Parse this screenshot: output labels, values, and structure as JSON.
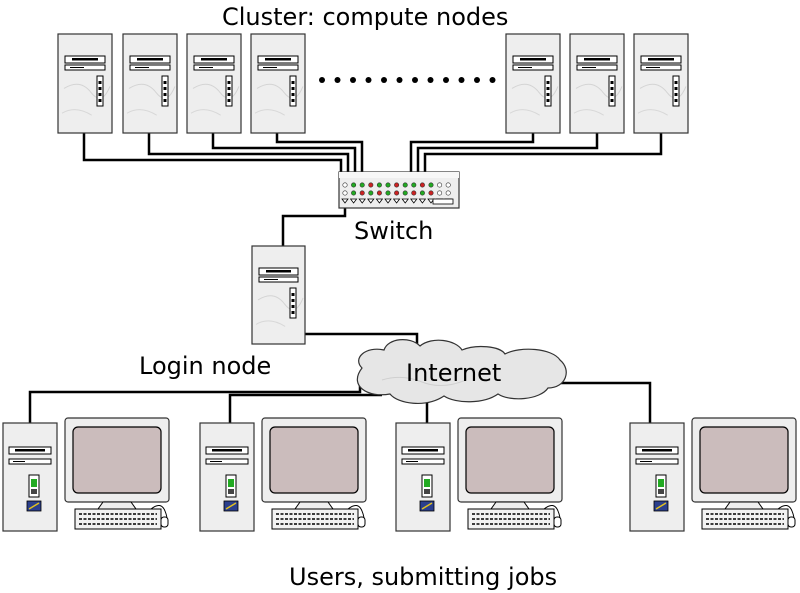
{
  "labels": {
    "cluster": "Cluster: compute nodes",
    "switch": "Switch",
    "login": "Login node",
    "internet": "Internet",
    "users": "Users, submitting jobs"
  },
  "colors": {
    "case_fill": "#eeeeee",
    "case_stroke": "#333333",
    "cloud_fill": "#e6e6e6",
    "screen_fill": "#cbbcbc",
    "cable": "#000000",
    "led_green": "#22aa22",
    "led_red": "#cc2222"
  },
  "icons": {
    "compute_node": "tower-server-icon",
    "switch": "network-switch-icon",
    "cloud": "cloud-icon",
    "workstation": "desktop-workstation-icon"
  }
}
